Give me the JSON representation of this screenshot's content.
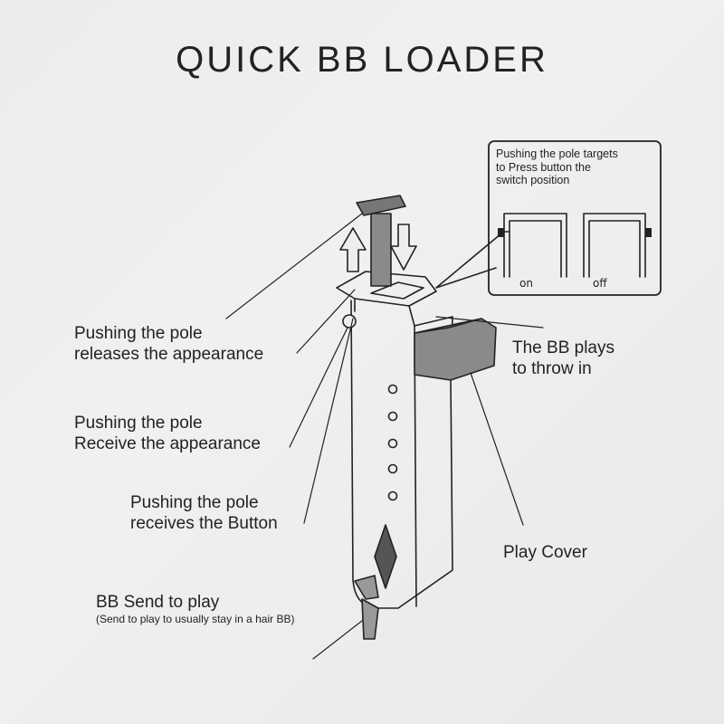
{
  "title": "QUICK BB LOADER",
  "labels": {
    "release": [
      "Pushing the pole",
      "releases the appearance"
    ],
    "receive": [
      "Pushing the pole",
      "Receive the appearance"
    ],
    "button": [
      "Pushing the pole",
      "receives the Button"
    ],
    "send": [
      "BB Send to play",
      "(Send to play to usually stay in a hair BB)"
    ],
    "throw": [
      "The BB plays",
      "to throw in"
    ],
    "cover": "Play Cover"
  },
  "inset": {
    "lines": [
      "Pushing the pole targets",
      "to Press button the",
      "switch position"
    ],
    "on": "on",
    "off": "off"
  }
}
